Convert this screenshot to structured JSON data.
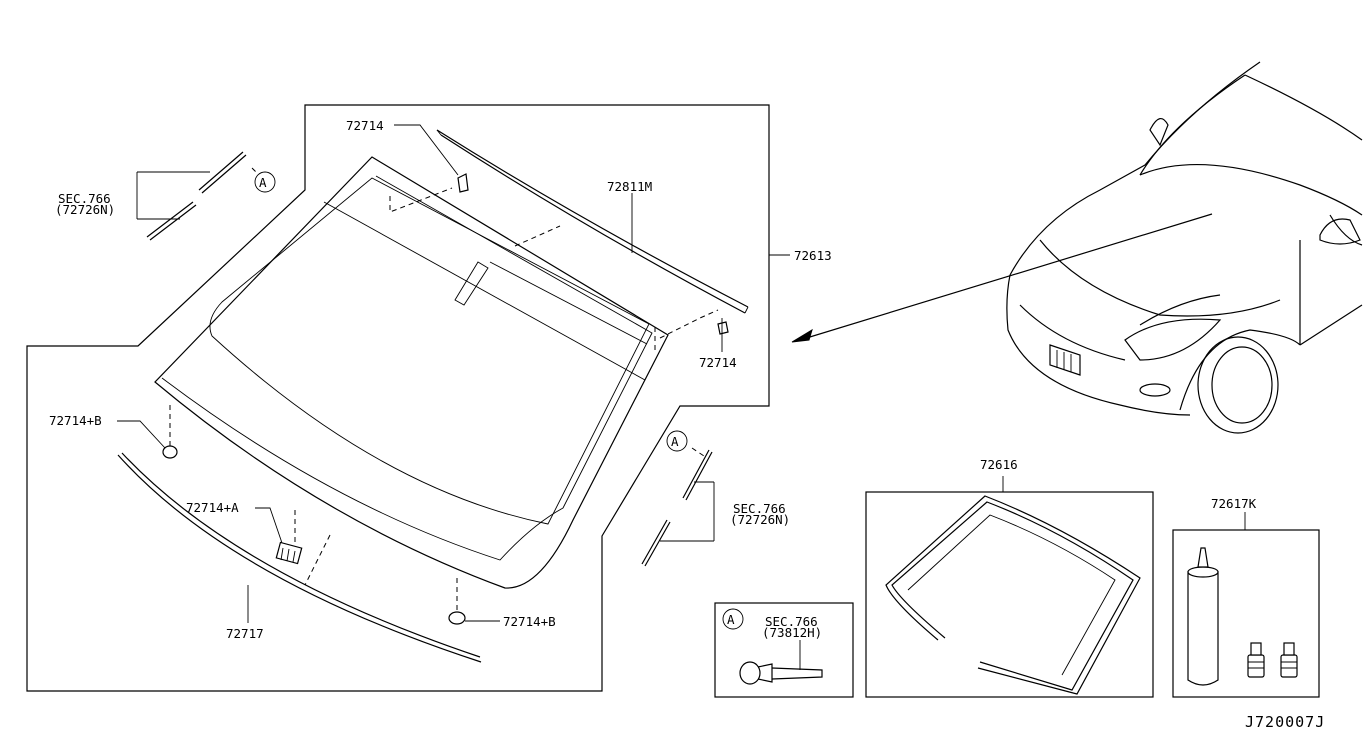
{
  "labels": {
    "sec766_top_1": "SEC.766",
    "sec766_top_2": "(72726N)",
    "clip_top": "72714",
    "molding_top": "72811M",
    "windshield": "72613",
    "clip_right": "72714",
    "clip_b_left": "72714+B",
    "clip_a": "72714+A",
    "molding_lower": "72717",
    "clip_b_bottom": "72714+B",
    "sec766_mid_1": "SEC.766",
    "sec766_mid_2": "(72726N)",
    "dam_rubber": "72616",
    "sealant_kit": "72617K",
    "sec766_box_1": "SEC.766",
    "sec766_box_2": "(73812H)",
    "ref_a": "A",
    "diagram_code": "J720007J"
  }
}
